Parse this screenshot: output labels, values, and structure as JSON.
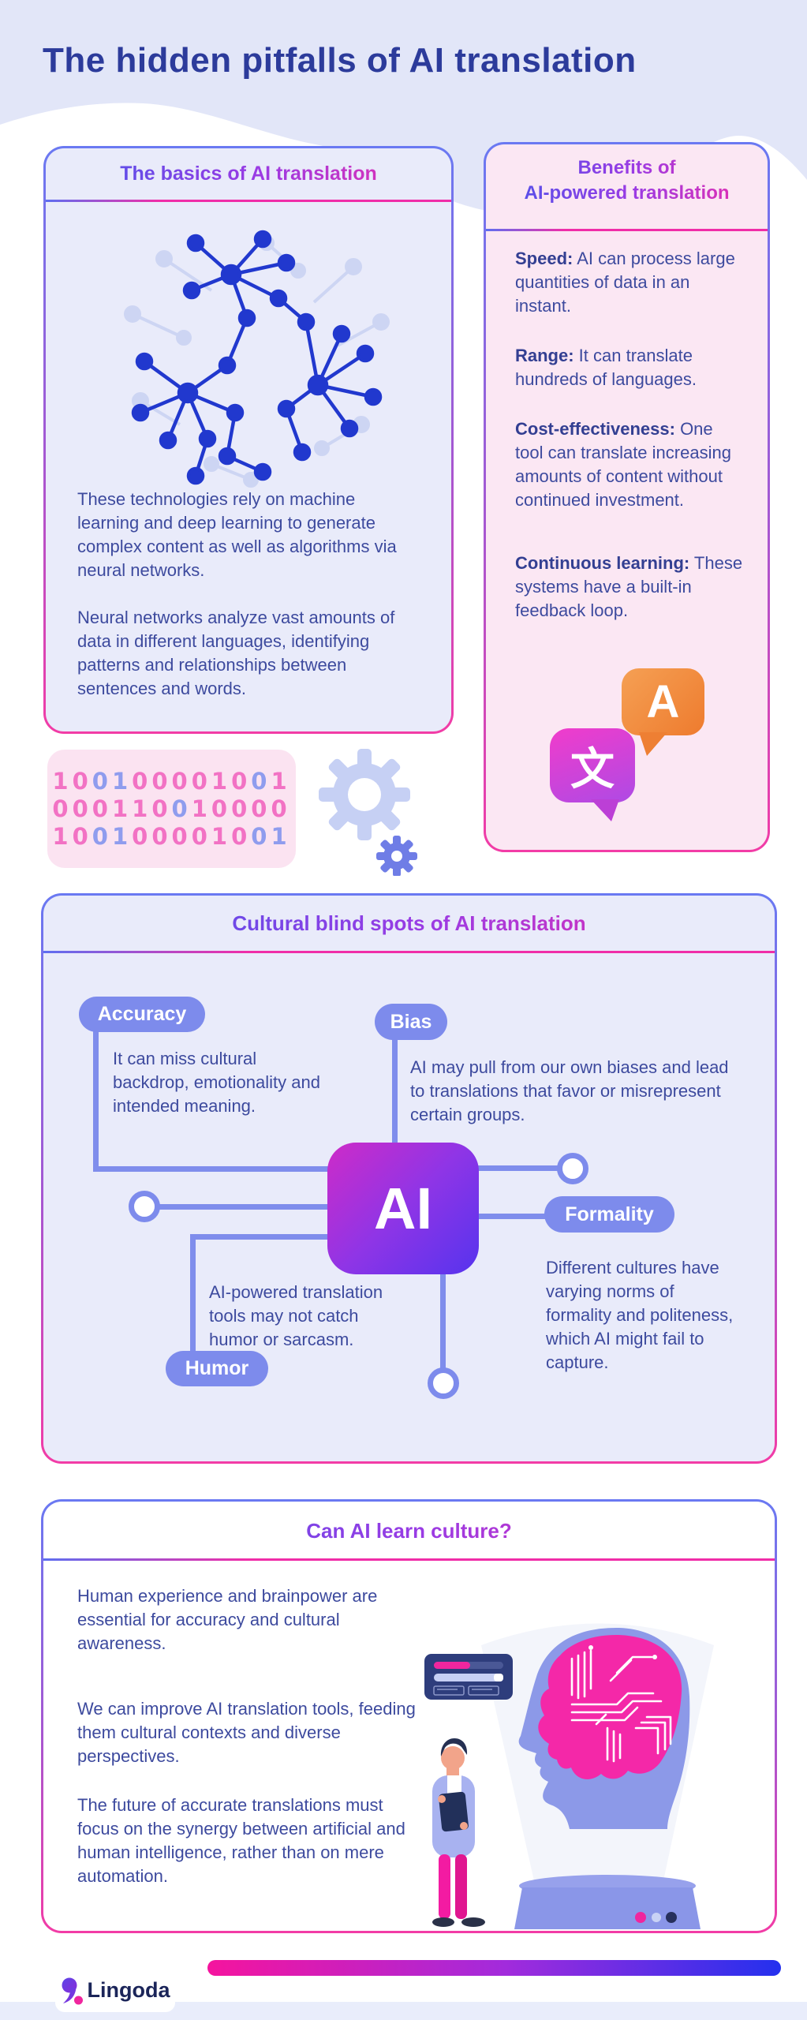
{
  "page": {
    "title": "The hidden pitfalls of AI translation",
    "brand": "Lingoda"
  },
  "colors": {
    "lavender_bg": "#E2E6F8",
    "box_lavender": "#E9EBFA",
    "box_pink": "#FBE7F3",
    "accent_pink": "#F02DA8",
    "accent_blue": "#5E6EF0",
    "title_navy": "#2C3B9B",
    "body_text": "#3D4A9E",
    "pill": "#7D8BEC",
    "binary_pink": "#F272C4",
    "binary_blue": "#8F9CEE",
    "chip_gradient": [
      "#CE2BC8",
      "#8F35E6",
      "#5633EE"
    ]
  },
  "basics": {
    "title": "The basics of AI translation",
    "para1": "These technologies rely on machine learning and deep learning to generate complex content as well as algorithms via neural networks.",
    "para2": "Neural networks analyze vast amounts of data in different languages, identifying patterns and relationships between sentences and words."
  },
  "benefits": {
    "title_line1": "Benefits of",
    "title_line2": "AI-powered translation",
    "items": [
      {
        "lead": "Speed:",
        "text": " AI can process large quantities of data in an instant."
      },
      {
        "lead": "Range:",
        "text": " It can translate hundreds of languages."
      },
      {
        "lead": "Cost-effectiveness:",
        "text": " One tool can translate increasing amounts of content without continued investment."
      },
      {
        "lead": "Continuous learning:",
        "text": " These systems have a built-in feedback loop."
      }
    ],
    "icon": {
      "latin_letter": "A",
      "cjk_character": "文"
    }
  },
  "binary": {
    "rows": [
      {
        "digits": "100100001001",
        "blue": [
          2,
          3,
          10
        ]
      },
      {
        "digits": "000110010000",
        "blue": [
          6
        ]
      },
      {
        "digits": "100100001001",
        "blue": [
          2,
          3,
          10,
          11
        ]
      }
    ]
  },
  "blindspots": {
    "title": "Cultural blind spots of AI translation",
    "chip_label": "AI",
    "accuracy": {
      "label": "Accuracy",
      "text": "It can miss cultural backdrop, emotionality and intended meaning."
    },
    "bias": {
      "label": "Bias",
      "text": "AI may pull from our own biases and lead to translations that favor or misrepresent certain groups."
    },
    "formality": {
      "label": "Formality",
      "text": "Different cultures have varying norms of formality and politeness, which AI might fail to capture."
    },
    "humor": {
      "label": "Humor",
      "text": "AI-powered translation tools may not catch humor or sarcasm."
    }
  },
  "culture": {
    "title": "Can AI learn culture?",
    "para1": "Human experience and brainpower are essential for accuracy and cultural awareness.",
    "para2": "We can improve AI translation tools, feeding them cultural contexts and diverse perspectives.",
    "para3": "The future of accurate translations must focus on the synergy between artificial and human intelligence, rather than on mere automation."
  }
}
